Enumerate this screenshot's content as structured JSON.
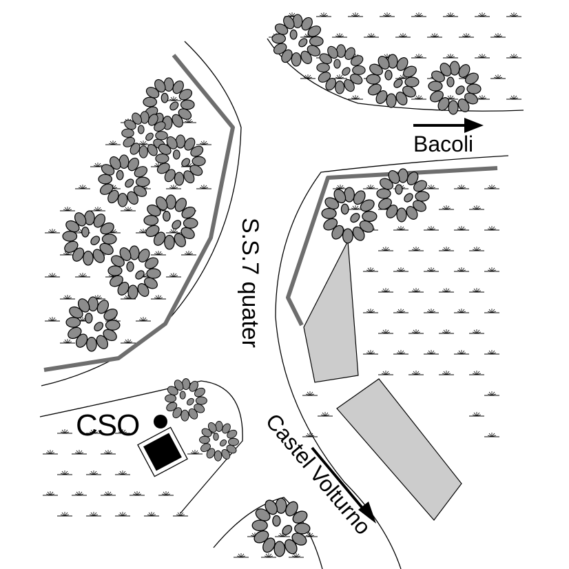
{
  "map": {
    "labels": {
      "road": "S.S.7 quater",
      "direction_bacoli": "Bacoli",
      "direction_castel_volturno": "Castel Volturno",
      "station": "CSO"
    },
    "icons": {
      "station_marker": "black-dot-icon",
      "station_building": "square-building-icon",
      "vegetation": "tree-icon",
      "grass": "grass-tuft-icon",
      "direction": "arrow-icon"
    },
    "colors": {
      "background": "#ffffff",
      "road_edge": "#000000",
      "barrier": "#6e6e6e",
      "tree_fill": "#8c8c8c",
      "building_fill": "#cccccc",
      "station_fill": "#000000"
    }
  }
}
